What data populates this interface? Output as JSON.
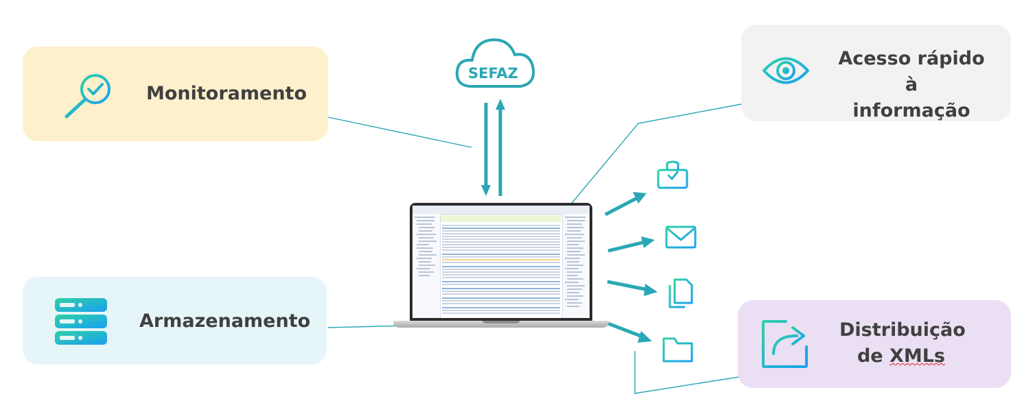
{
  "cards": {
    "monitoramento": {
      "label": "Monitoramento",
      "icon": "magnifier-check-icon",
      "bg": "#fdf0cc"
    },
    "armazenamento": {
      "label": "Armazenamento",
      "icon": "server-stack-icon",
      "bg": "#e6f6f8"
    },
    "acesso": {
      "line1": "Acesso rápido à",
      "line2": "informação",
      "icon": "eye-icon",
      "bg": "#f2f2f2"
    },
    "distribuicao": {
      "line1": "Distribuição",
      "line2_pre": "de ",
      "line2_word": "XMLs",
      "icon": "share-arrow-icon",
      "bg": "#ebe0f3"
    }
  },
  "sefaz": {
    "label": "SEFAZ",
    "icon": "cloud-icon"
  },
  "center": {
    "icon": "laptop-icon"
  },
  "outputs": [
    "monitor-check-icon",
    "envelope-icon",
    "documents-icon",
    "folder-icon"
  ],
  "colors": {
    "teal": "#2aa7b4",
    "gradient_start": "#2fd0a8",
    "gradient_end": "#1aa0f0",
    "text": "#404040"
  }
}
